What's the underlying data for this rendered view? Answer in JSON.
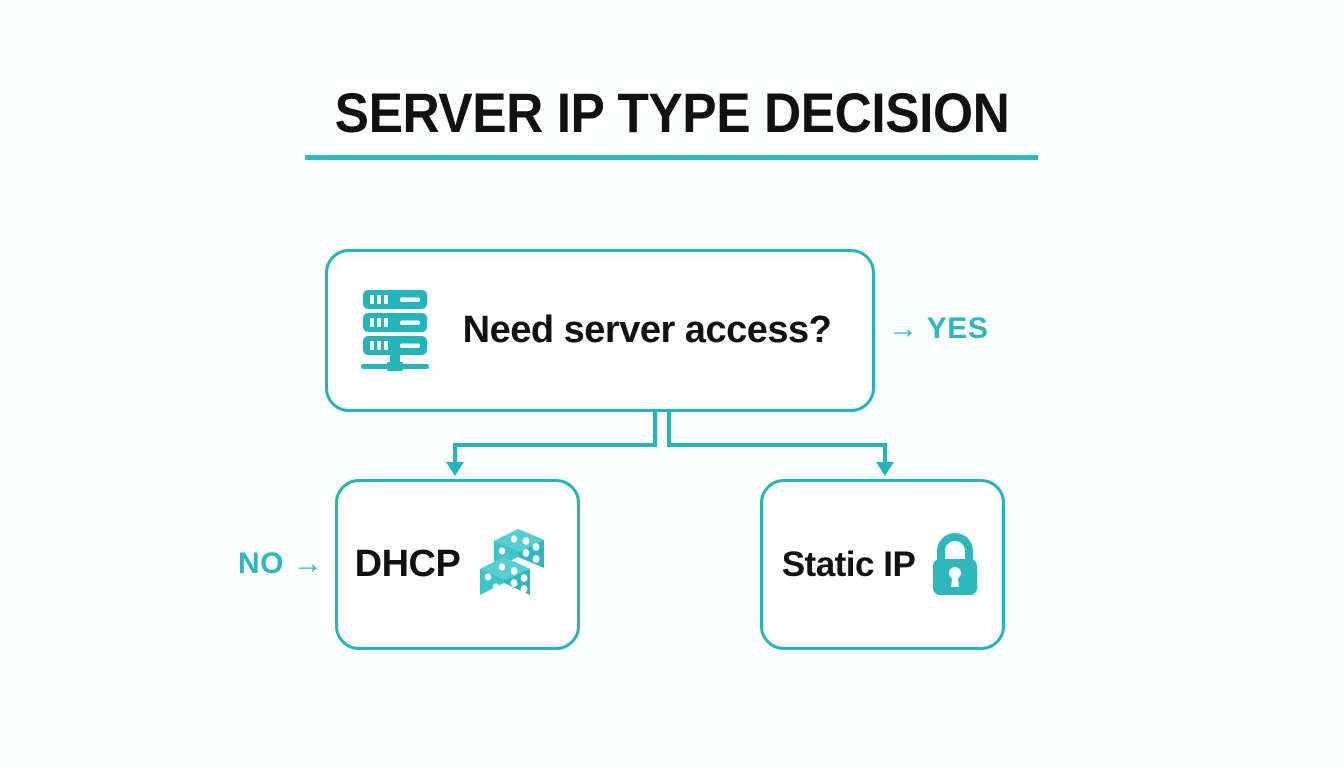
{
  "page": {
    "title": "SERVER IP TYPE DECISION",
    "background_color": "#fdfefe",
    "accent_color": "#22b5bb",
    "text_color": "#111111"
  },
  "diagram": {
    "type": "decision-flowchart",
    "decision": {
      "label": "Need server access?",
      "icon": "server-rack-icon"
    },
    "branches": [
      {
        "label": "→ YES",
        "answer": "YES",
        "position": "right-of-decision"
      },
      {
        "label": "NO →",
        "answer": "NO",
        "position": "left-of-dhcp"
      }
    ],
    "outcomes": [
      {
        "label": "DHCP",
        "icon": "dice-icon"
      },
      {
        "label": "Static IP",
        "icon": "padlock-icon"
      }
    ]
  }
}
